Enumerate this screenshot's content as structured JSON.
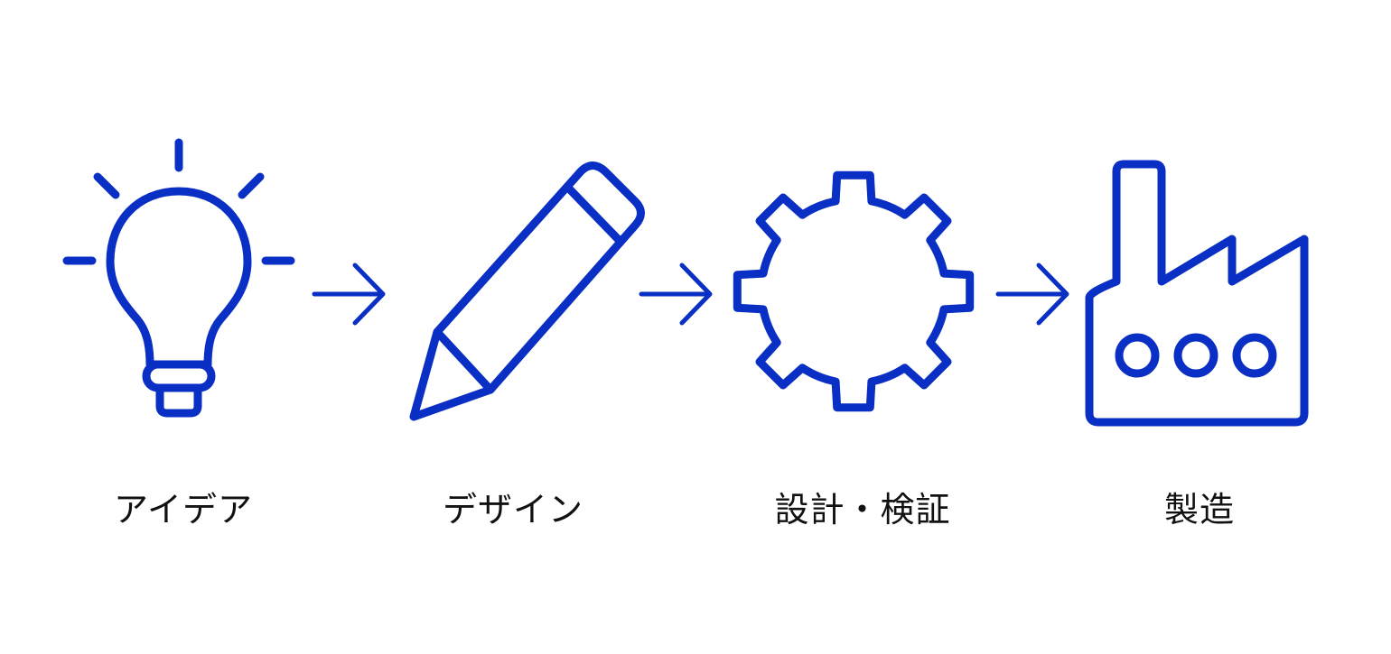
{
  "colors": {
    "accent": "#0a2fc4",
    "text": "#111111",
    "background": "#ffffff"
  },
  "steps": [
    {
      "label": "アイデア",
      "icon": "lightbulb-icon"
    },
    {
      "label": "デザイン",
      "icon": "pencil-icon"
    },
    {
      "label": "設計・検証",
      "icon": "gear-icon"
    },
    {
      "label": "製造",
      "icon": "factory-icon"
    }
  ],
  "connectors": [
    "arrow-right-icon",
    "arrow-right-icon",
    "arrow-right-icon"
  ]
}
